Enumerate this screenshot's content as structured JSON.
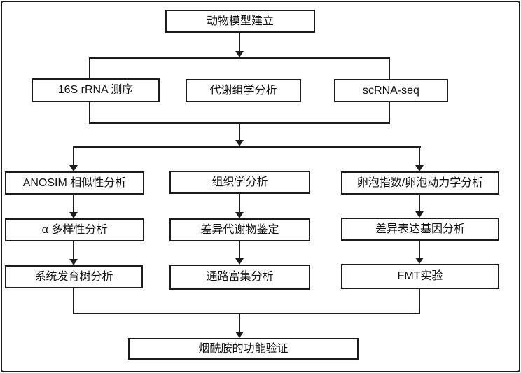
{
  "diagram": {
    "colors": {
      "line": "#1c1c1c",
      "background": "#ffffff",
      "text": "#111111"
    },
    "nodes": {
      "animal_model": "动物模型建立",
      "seq_16s": "16S rRNA 测序",
      "metabolomics": "代谢组学分析",
      "scrna_seq": "scRNA-seq",
      "anosim": "ANOSIM 相似性分析",
      "alpha_diversity": "α 多样性分析",
      "phylo_tree": "系统发育树分析",
      "histology": "组织学分析",
      "diff_metabolites": "差异代谢物鉴定",
      "pathway_enrichment": "通路富集分析",
      "follicle": "卵泡指数/卵泡动力学分析",
      "deg_analysis": "差异表达基因分析",
      "fmt": "FMT实验",
      "niacinamide": "烟酰胺的功能验证"
    },
    "groups": [
      {
        "name": "omics-panel",
        "members": [
          "seq_16s",
          "metabolomics",
          "scrna_seq"
        ]
      }
    ],
    "edges": [
      {
        "from": "animal_model",
        "to": "omics-panel"
      },
      {
        "from": "omics-panel",
        "to": "anosim"
      },
      {
        "from": "omics-panel",
        "to": "histology"
      },
      {
        "from": "omics-panel",
        "to": "follicle"
      },
      {
        "from": "anosim",
        "to": "alpha_diversity"
      },
      {
        "from": "alpha_diversity",
        "to": "phylo_tree"
      },
      {
        "from": "histology",
        "to": "diff_metabolites"
      },
      {
        "from": "diff_metabolites",
        "to": "pathway_enrichment"
      },
      {
        "from": "follicle",
        "to": "deg_analysis"
      },
      {
        "from": "deg_analysis",
        "to": "fmt"
      },
      {
        "from": "phylo_tree",
        "to": "niacinamide"
      },
      {
        "from": "pathway_enrichment",
        "to": "niacinamide"
      },
      {
        "from": "fmt",
        "to": "niacinamide"
      }
    ]
  }
}
